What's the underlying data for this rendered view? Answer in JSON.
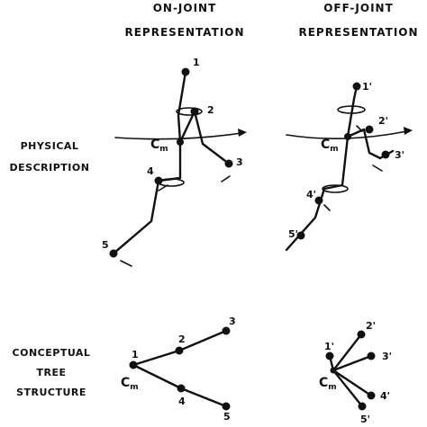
{
  "headers": {
    "on_joint": [
      "ON-JOINT",
      "REPRESENTATION"
    ],
    "off_joint": [
      "OFF-JOINT",
      "REPRESENTATION"
    ]
  },
  "row_labels": {
    "physical": [
      "PHYSICAL",
      "DESCRIPTION"
    ],
    "conceptual": [
      "CONCEPTUAL",
      "TREE",
      "STRUCTURE"
    ]
  },
  "center_of_mass": {
    "main": "C",
    "sub": "m"
  },
  "on_joint_nodes": [
    "1",
    "2",
    "3",
    "4",
    "5"
  ],
  "off_joint_nodes": [
    "1'",
    "2'",
    "3'",
    "4'",
    "5'"
  ]
}
